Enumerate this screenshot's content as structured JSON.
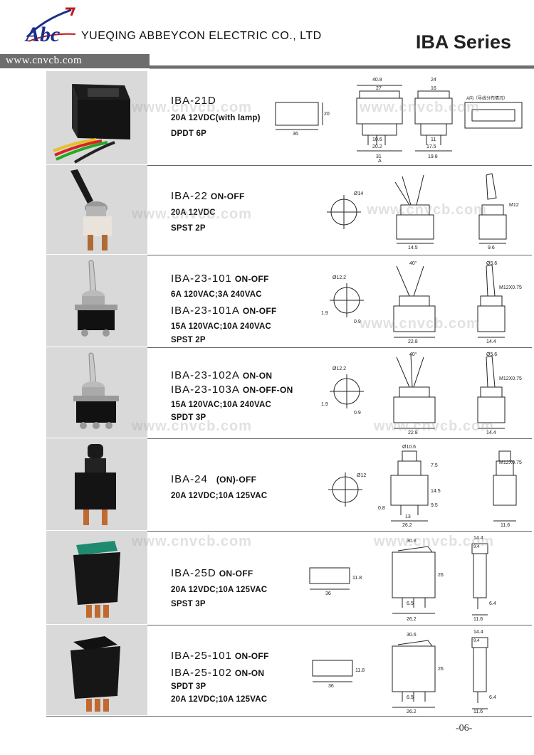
{
  "header": {
    "logo_text": "Abc",
    "company": "YUEQING ABBEYCON ELECTRIC CO., LTD",
    "series": "IBA Series",
    "url": "www.cnvcb.com"
  },
  "watermark": "www.cnvcb.com",
  "products": [
    {
      "models": [
        {
          "name": "IBA-21D",
          "mode": ""
        }
      ],
      "specs": [
        "20A 12VDC(with lamp)",
        "DPDT 6P"
      ],
      "diagram_labels": [
        "40.8",
        "27",
        "24",
        "16",
        "36",
        "20",
        "20.2",
        "31",
        "17.5",
        "19.8",
        "10.6",
        "11",
        "A向（导线分布情况）",
        "A"
      ]
    },
    {
      "models": [
        {
          "name": "IBA-22",
          "mode": "ON-OFF"
        }
      ],
      "specs": [
        "20A 12VDC",
        "SPST 2P"
      ],
      "diagram_labels": [
        "Ø14",
        "M12",
        "14.5",
        "9.6"
      ]
    },
    {
      "models": [
        {
          "name": "IBA-23-101",
          "mode": "ON-OFF"
        },
        {
          "name": "IBA-23-101A",
          "mode": "ON-OFF"
        }
      ],
      "specs": [
        "6A 120VAC;3A 240VAC",
        "15A 120VAC;10A 240VAC",
        "SPST 2P"
      ],
      "diagram_labels": [
        "Ø12.2",
        "40°",
        "Ø5.6",
        "M12X0.75",
        "22.8",
        "14.4",
        "0.9",
        "1.9"
      ]
    },
    {
      "models": [
        {
          "name": "IBA-23-102A",
          "mode": "ON-ON"
        },
        {
          "name": "IBA-23-103A",
          "mode": "ON-OFF-ON"
        }
      ],
      "specs": [
        "15A 120VAC;10A 240VAC",
        "SPDT 3P"
      ],
      "diagram_labels": [
        "Ø12.2",
        "40°",
        "Ø5.6",
        "M12X0.75",
        "22.8",
        "14.4",
        "0.9",
        "1.9"
      ]
    },
    {
      "models": [
        {
          "name": "IBA-24",
          "mode": "(ON)-OFF"
        }
      ],
      "specs": [
        "20A 12VDC;10A 125VAC"
      ],
      "diagram_labels": [
        "Ø10.6",
        "M12X0.75",
        "Ø12",
        "13",
        "26.2",
        "11.6",
        "0.8",
        "14.5",
        "9.5",
        "7.5"
      ]
    },
    {
      "models": [
        {
          "name": "IBA-25D",
          "mode": "ON-OFF"
        }
      ],
      "specs": [
        "20A 12VDC;10A 125VAC",
        "SPST 3P"
      ],
      "diagram_labels": [
        "30.8",
        "26.2",
        "36",
        "11.8",
        "14.4",
        "9.4",
        "6.5",
        "6.4",
        "11.6",
        "26"
      ]
    },
    {
      "models": [
        {
          "name": "IBA-25-101",
          "mode": "ON-OFF"
        },
        {
          "name": "IBA-25-102",
          "mode": "ON-ON"
        }
      ],
      "specs": [
        "SPDT 3P",
        "20A 12VDC;10A 125VAC"
      ],
      "diagram_labels": [
        "30.6",
        "26.2",
        "36",
        "11.8",
        "14.4",
        "9.4",
        "6.5",
        "6.4",
        "11.6",
        "26"
      ]
    }
  ],
  "footer": {
    "page": "-06-"
  }
}
